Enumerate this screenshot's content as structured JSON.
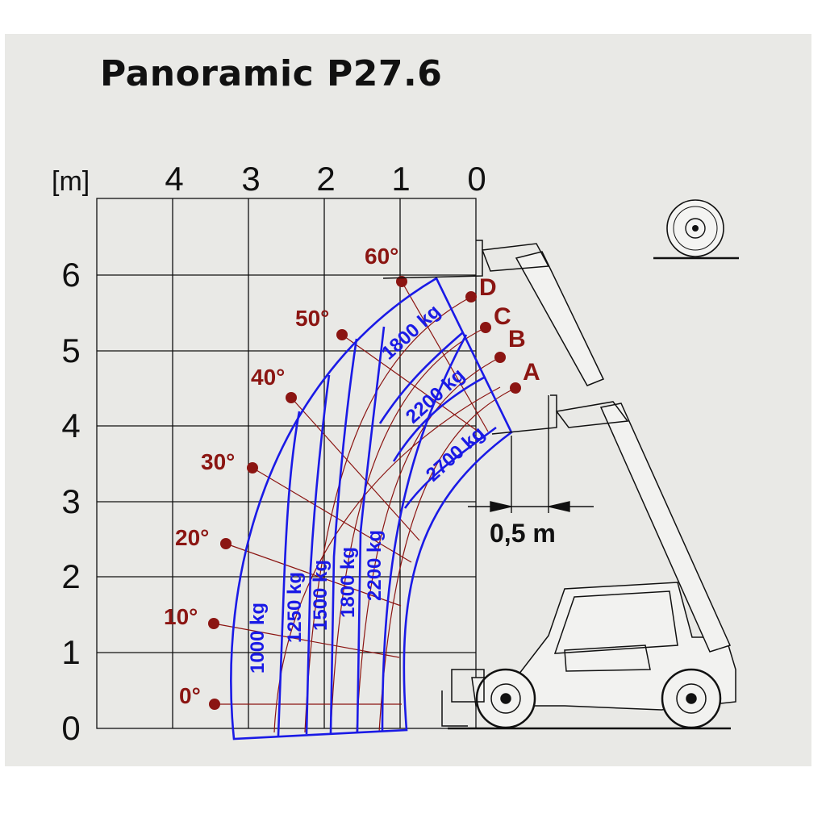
{
  "title": "Panoramic P27.6",
  "unit_label": "[m]",
  "x_ticks": [
    "4",
    "3",
    "2",
    "1",
    "0"
  ],
  "y_ticks": [
    "6",
    "5",
    "4",
    "3",
    "2",
    "1",
    "0"
  ],
  "angles": [
    "60°",
    "50°",
    "40°",
    "30°",
    "20°",
    "10°",
    "0°"
  ],
  "zones": [
    "D",
    "C",
    "B",
    "A"
  ],
  "loads_vertical": [
    "1000 kg",
    "1250 kg",
    "1500 kg",
    "1800 kg",
    "2200 kg"
  ],
  "loads_curved": [
    "1800 kg",
    "2200 kg",
    "2700 kg"
  ],
  "dimension_label": "0,5 m",
  "colors": {
    "background": "#e9e9e6",
    "load_curve": "#1a1ae6",
    "angle_marker": "#8b1512",
    "grid": "#111111"
  }
}
